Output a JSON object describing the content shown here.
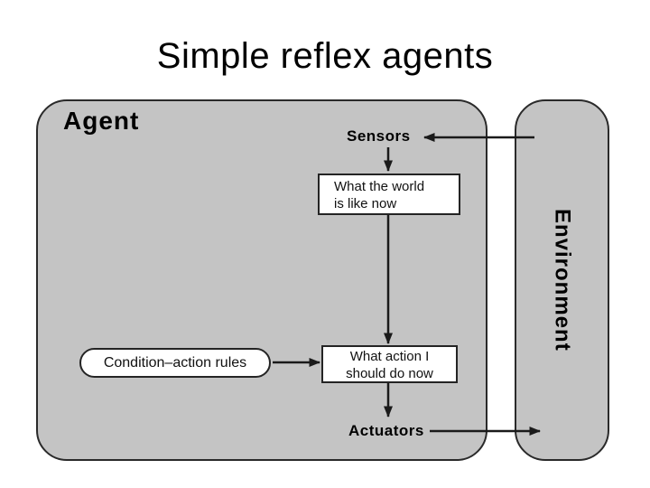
{
  "title": "Simple reflex agents",
  "colors": {
    "panel_fill": "#c4c4c4",
    "panel_border": "#2a2a2a",
    "node_fill": "#ffffff",
    "node_border": "#242424",
    "arrow": "#1a1a1a",
    "text": "#000000",
    "background": "#ffffff"
  },
  "diagram": {
    "agent_label": "Agent",
    "environment_label": "Environment",
    "sensors_label": "Sensors",
    "actuators_label": "Actuators",
    "world_box": {
      "line1": "What the world",
      "line2": "is like now"
    },
    "action_box": {
      "line1": "What action I",
      "line2": "should do now"
    },
    "rules_label": "Condition–action rules",
    "edges": [
      {
        "from": "environment",
        "to": "sensors"
      },
      {
        "from": "sensors",
        "to": "world_box"
      },
      {
        "from": "world_box",
        "to": "action_box"
      },
      {
        "from": "rules",
        "to": "action_box"
      },
      {
        "from": "action_box",
        "to": "actuators"
      },
      {
        "from": "actuators",
        "to": "environment"
      }
    ]
  }
}
